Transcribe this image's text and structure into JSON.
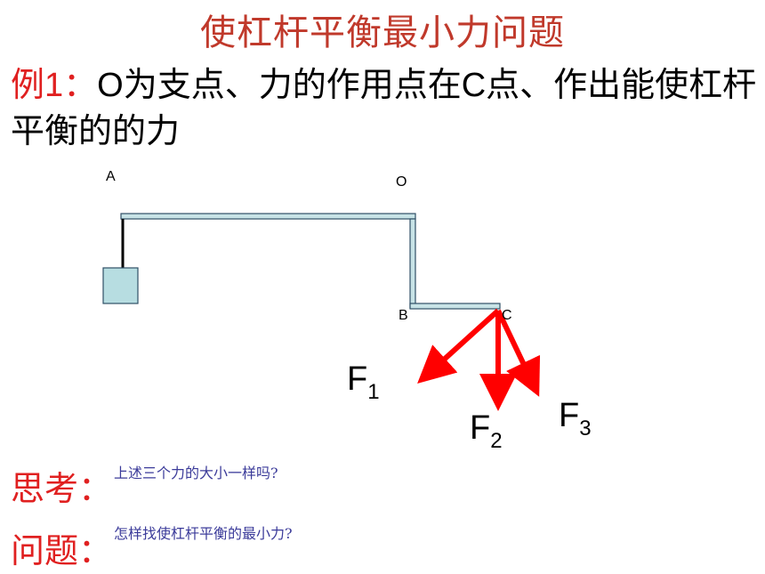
{
  "title": "使杠杆平衡最小力问题",
  "problem": {
    "lead": "例1：",
    "text": "O为支点、力的作用点在C点、作出能使杠杆平衡的的力"
  },
  "diagram": {
    "points": {
      "a": "A",
      "o": "O",
      "b": "B",
      "c": "C"
    },
    "forces": [
      {
        "letter": "F",
        "sub": "1"
      },
      {
        "letter": "F",
        "sub": "2"
      },
      {
        "letter": "F",
        "sub": "3"
      }
    ],
    "colors": {
      "lever_fill": "#c7e3e6",
      "lever_stroke": "#2f4f66",
      "arrow": "#ff0000"
    }
  },
  "think": {
    "label": "思考：",
    "text": "上述三个力的大小一样吗?"
  },
  "question": {
    "label": "问题：",
    "text": "怎样找使杠杆平衡的最小力?"
  }
}
